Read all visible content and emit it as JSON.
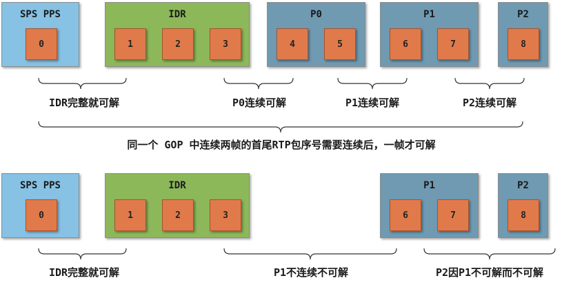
{
  "top": {
    "groups": [
      {
        "label": "SPS PPS",
        "kind": "sps",
        "packets": [
          "0"
        ]
      },
      {
        "label": "IDR",
        "kind": "idr",
        "packets": [
          "1",
          "2",
          "3"
        ]
      },
      {
        "label": "P0",
        "kind": "pfr",
        "packets": [
          "4",
          "5"
        ]
      },
      {
        "label": "P1",
        "kind": "pfr",
        "packets": [
          "6",
          "7"
        ]
      },
      {
        "label": "P2",
        "kind": "pfr",
        "packets": [
          "8"
        ]
      }
    ],
    "captions": [
      "IDR完整就可解",
      "P0连续可解",
      "P1连续可解",
      "P2连续可解"
    ],
    "rule": "同一个 GOP 中连续两帧的首尾RTP包序号需要连续后，一帧才可解"
  },
  "bottom": {
    "groups": [
      {
        "label": "SPS PPS",
        "kind": "sps",
        "packets": [
          "0"
        ]
      },
      {
        "label": "IDR",
        "kind": "idr",
        "packets": [
          "1",
          "2",
          "3"
        ]
      },
      {
        "label": "P1",
        "kind": "pfr",
        "packets": [
          "6",
          "7"
        ]
      },
      {
        "label": "P2",
        "kind": "pfr",
        "packets": [
          "8"
        ]
      }
    ],
    "captions": [
      "IDR完整就可解",
      "P1不连续不可解",
      "P2因P1不可解而不可解"
    ]
  }
}
